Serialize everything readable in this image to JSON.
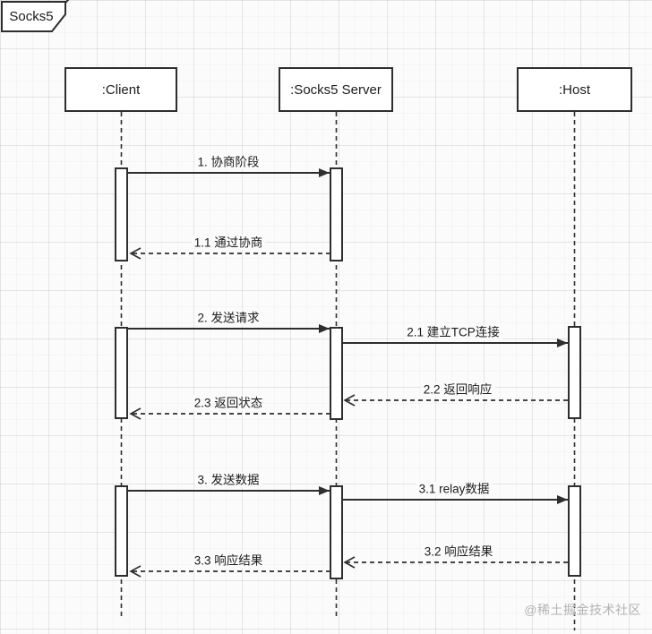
{
  "frame": {
    "title": "Socks5"
  },
  "actors": [
    {
      "id": "client",
      "label": ":Client"
    },
    {
      "id": "server",
      "label": ":Socks5 Server"
    },
    {
      "id": "host",
      "label": ":Host"
    }
  ],
  "messages": [
    {
      "label": "1. 协商阶段",
      "from": "client",
      "to": "server",
      "style": "solid"
    },
    {
      "label": "1.1 通过协商",
      "from": "server",
      "to": "client",
      "style": "dashed-return"
    },
    {
      "label": "2. 发送请求",
      "from": "client",
      "to": "server",
      "style": "solid"
    },
    {
      "label": "2.1 建立TCP连接",
      "from": "server",
      "to": "host",
      "style": "solid"
    },
    {
      "label": "2.2 返回响应",
      "from": "host",
      "to": "server",
      "style": "dashed-return"
    },
    {
      "label": "2.3 返回状态",
      "from": "server",
      "to": "client",
      "style": "dashed-return"
    },
    {
      "label": "3. 发送数据",
      "from": "client",
      "to": "server",
      "style": "solid"
    },
    {
      "label": "3.1 relay数据",
      "from": "server",
      "to": "host",
      "style": "solid"
    },
    {
      "label": "3.2 响应结果",
      "from": "host",
      "to": "server",
      "style": "dashed-return"
    },
    {
      "label": "3.3 响应结果",
      "from": "server",
      "to": "client",
      "style": "dashed-return"
    }
  ],
  "watermark": "@稀土掘金技术社区",
  "colors": {
    "line": "#2e2e2e",
    "text": "#1c1c1c",
    "watermark": "#b3b3b3",
    "background": "#fbfbfb"
  }
}
